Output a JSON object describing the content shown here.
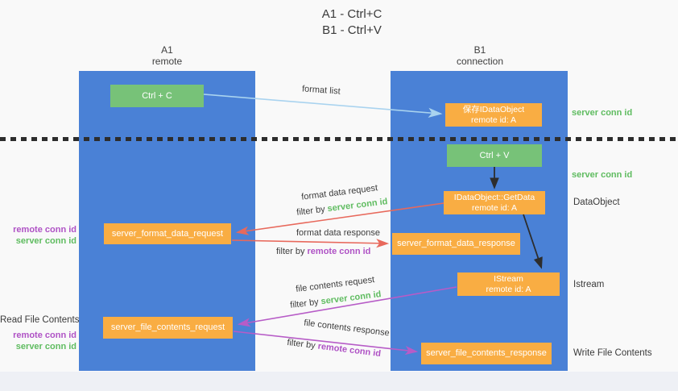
{
  "title": {
    "line1": "A1 - Ctrl+C",
    "line2": "B1 - Ctrl+V"
  },
  "lanes": {
    "left": {
      "name": "A1",
      "subtitle": "remote"
    },
    "right": {
      "name": "B1",
      "subtitle": "connection"
    }
  },
  "nodes": {
    "ctrl_c": {
      "label": "Ctrl + C"
    },
    "ctrl_v": {
      "label": "Ctrl + V"
    },
    "save_dataobject": {
      "line1": "保存IDataObject",
      "line2": "remote id: A"
    },
    "getdata": {
      "line1": "IDataObject::GetData",
      "line2": "remote id: A"
    },
    "istream": {
      "line1": "IStream",
      "line2": "remote id: A"
    },
    "format_request": {
      "label": "server_format_data_request"
    },
    "format_response": {
      "label": "server_format_data_response"
    },
    "file_request": {
      "label": "server_file_contents_request"
    },
    "file_response": {
      "label": "server_file_contents_response"
    }
  },
  "edge_labels": {
    "format_list": "format list",
    "format_data_request": "format data request",
    "format_data_response": "format data response",
    "file_contents_request": "file contents request",
    "file_contents_response": "file contents response",
    "filter_by": "filter by",
    "server_conn_id": "server conn id",
    "remote_conn_id": "remote conn id"
  },
  "annotations": {
    "left": {
      "pair1_remote": "remote conn id",
      "pair1_server": "server conn id",
      "read_file": "Read File Contents",
      "pair2_remote": "remote conn id",
      "pair2_server": "server conn id"
    },
    "right": {
      "server_conn_top": "server conn id",
      "server_conn_mid": "server conn id",
      "dataobject": "DataObject",
      "istream": "Istream",
      "write_file": "Write File Contents"
    }
  },
  "colors": {
    "lane_blue": "#4a81d6",
    "node_green": "#77c278",
    "node_orange": "#f9ad43",
    "arrow_light_blue": "#a9d3ef",
    "arrow_red": "#e8695c",
    "arrow_purple": "#b75cc7",
    "arrow_black": "#2d2d2d",
    "text_green": "#5fbc60",
    "text_purple": "#af52c5"
  }
}
